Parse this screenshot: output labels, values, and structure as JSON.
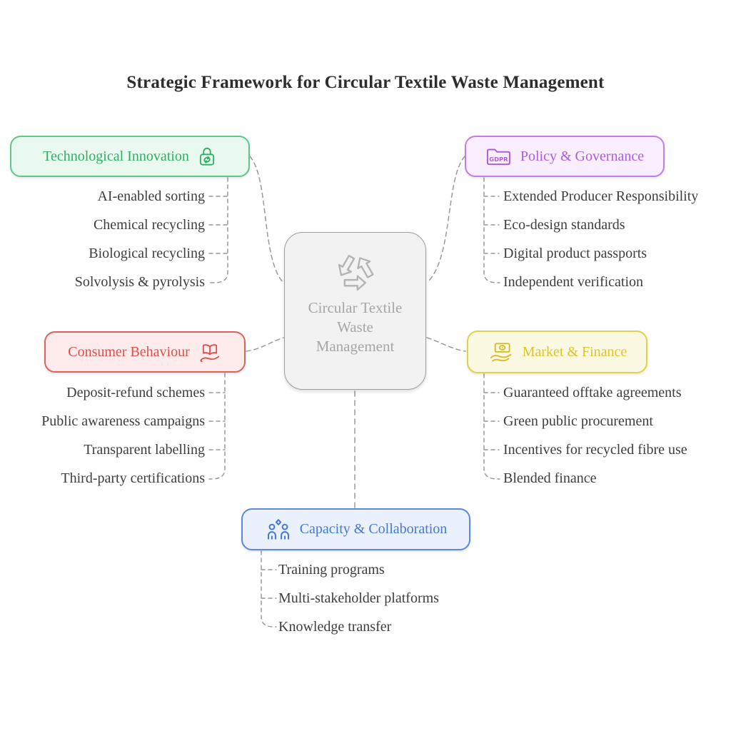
{
  "title": "Strategic Framework for Circular Textile Waste Management",
  "center": {
    "icon": "recycle-icon",
    "line1": "Circular Textile",
    "line2": "Waste",
    "line3": "Management"
  },
  "style": {
    "line_color": "#999999",
    "item_text_color": "#3d3d3d",
    "title_color": "#2d2d2d"
  },
  "branches": {
    "tech": {
      "label": "Technological Innovation",
      "icon": "lock-recycle-icon",
      "colors": {
        "border": "#5fc787",
        "background": "#e9f9f0",
        "text": "#2fae62"
      },
      "items": [
        "AI-enabled sorting",
        "Chemical recycling",
        "Biological recycling",
        "Solvolysis & pyrolysis"
      ]
    },
    "policy": {
      "label": "Policy & Governance",
      "icon": "gdpr-folder-icon",
      "icon_text": "GDPR",
      "colors": {
        "border": "#c47ce9",
        "background": "#f9eefd",
        "text": "#ac5ede"
      },
      "items": [
        "Extended Producer Responsibility",
        "Eco-design standards",
        "Digital product passports",
        "Independent verification"
      ]
    },
    "consumer": {
      "label": "Consumer Behaviour",
      "icon": "book-hand-icon",
      "colors": {
        "border": "#e0605a",
        "background": "#fdeceb",
        "text": "#dd4f4b"
      },
      "items": [
        "Deposit-refund schemes",
        "Public awareness campaigns",
        "Transparent labelling",
        "Third-party certifications"
      ]
    },
    "market": {
      "label": "Market & Finance",
      "icon": "money-hand-icon",
      "colors": {
        "border": "#e2d149",
        "background": "#fcf9e2",
        "text": "#dfc22d"
      },
      "items": [
        "Guaranteed offtake agreements",
        "Green public procurement",
        "Incentives for recycled fibre use",
        "Blended finance"
      ]
    },
    "capacity": {
      "label": "Capacity & Collaboration",
      "icon": "people-spark-icon",
      "colors": {
        "border": "#5b87e0",
        "background": "#eaf1fd",
        "text": "#4478d6"
      },
      "items": [
        "Training programs",
        "Multi-stakeholder platforms",
        "Knowledge transfer"
      ]
    }
  }
}
